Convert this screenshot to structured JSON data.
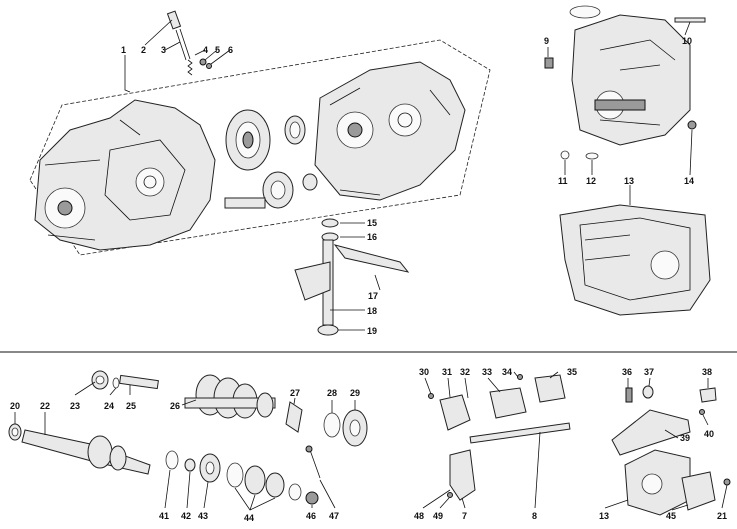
{
  "callouts": {
    "c1": "1",
    "c2": "2",
    "c3": "3",
    "c4": "4",
    "c5": "5",
    "c6": "6",
    "c9": "9",
    "c10": "10",
    "c11": "11",
    "c12": "12",
    "c13": "13",
    "c14": "14",
    "c15": "15",
    "c16": "16",
    "c17": "17",
    "c18": "18",
    "c19": "19",
    "c20": "20",
    "c21": "21",
    "c22": "22",
    "c23": "23",
    "c24": "24",
    "c25": "25",
    "c26": "26",
    "c27": "27",
    "c28": "28",
    "c29": "29",
    "c30": "30",
    "c31": "31",
    "c32": "32",
    "c33": "33",
    "c34": "34",
    "c35": "35",
    "c36": "36",
    "c37": "37",
    "c38": "38",
    "c39": "39",
    "c40": "40",
    "c41": "41",
    "c42": "42",
    "c43": "43",
    "c44": "44",
    "c45": "45",
    "c46": "46",
    "c47": "47",
    "c48": "48",
    "c49": "49",
    "c8": "8",
    "c7": "7",
    "c13b": "13"
  }
}
